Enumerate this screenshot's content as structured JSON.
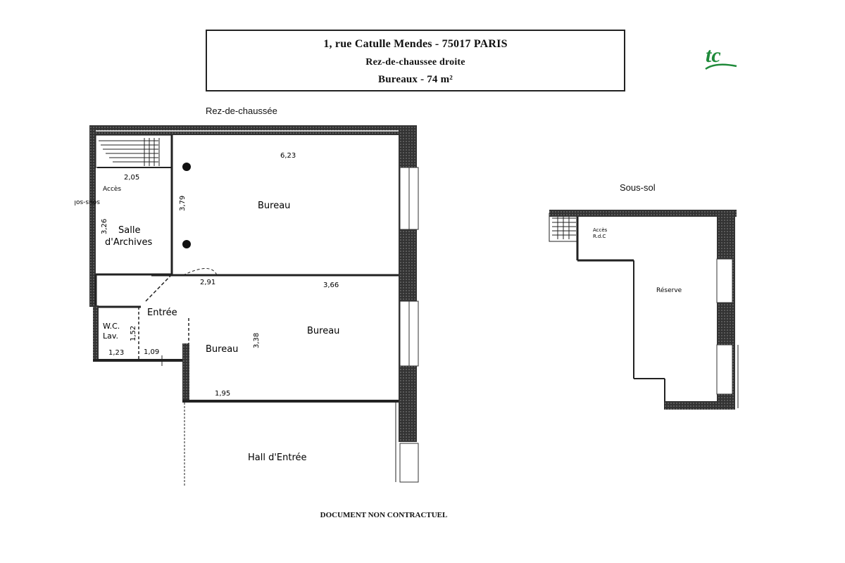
{
  "header": {
    "address": "1, rue Catulle Mendes - 75017 PARIS",
    "floor": "Rez-de-chaussee droite",
    "usage": "Bureaux - 74 m²"
  },
  "logo": {
    "text": "tc",
    "color": "#1f8a3a"
  },
  "sections": {
    "ground": "Rez-de-chaussée",
    "basement": "Sous-sol"
  },
  "rooms": {
    "bureau_top": "Bureau",
    "salle_archives_1": "Salle",
    "salle_archives_2": "d'Archives",
    "acces_1": "Accès",
    "acces_2": "sous-sol",
    "wc_1": "W.C.",
    "wc_2": "Lav.",
    "entree": "Entrée",
    "bureau_small": "Bureau",
    "bureau_large": "Bureau",
    "hall": "Hall d'Entrée",
    "reserve": "Réserve",
    "acces_rdc_1": "Accès",
    "acces_rdc_2": "R.d.C"
  },
  "dimensions": {
    "d_623": "6,23",
    "d_205": "2,05",
    "d_379": "3,79",
    "d_326": "3,26",
    "d_291": "2,91",
    "d_366": "3,66",
    "d_152": "1,52",
    "d_338": "3,38",
    "d_123": "1,23",
    "d_109": "1,09",
    "d_195": "1,95"
  },
  "footer": "DOCUMENT NON CONTRACTUEL"
}
